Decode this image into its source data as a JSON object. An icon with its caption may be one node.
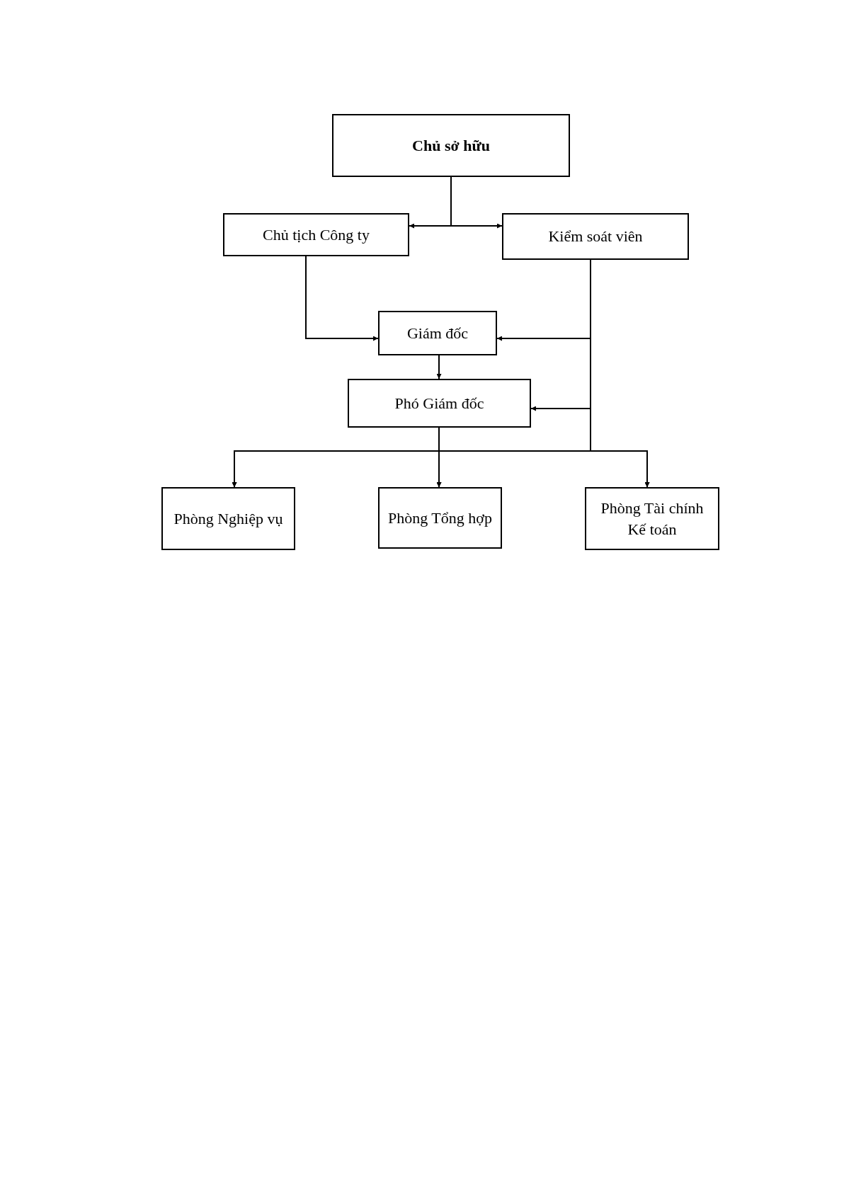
{
  "diagram": {
    "nodes": [
      {
        "text": [
          "Chủ sở hữu"
        ]
      },
      {
        "text": [
          "Chủ tịch Công ty"
        ]
      },
      {
        "text": [
          "Kiểm soát viên"
        ]
      },
      {
        "text": [
          "Giám đốc"
        ]
      },
      {
        "text": [
          "Phó Giám đốc"
        ]
      },
      {
        "text": [
          "Phòng Nghiệp vụ"
        ]
      },
      {
        "text": [
          "Phòng Tổng hợp"
        ]
      },
      {
        "text": [
          "Phòng Tài chính Kế toán"
        ]
      }
    ],
    "edges": [
      {
        "from": 0,
        "to": 1,
        "arrow": "to"
      },
      {
        "from": 0,
        "to": 2,
        "arrow": "to"
      },
      {
        "from": 1,
        "to": 3,
        "arrow": "to"
      },
      {
        "from": 2,
        "to": 3,
        "arrow": "to"
      },
      {
        "from": 2,
        "to": 4,
        "arrow": "to"
      },
      {
        "from": 3,
        "to": 4,
        "arrow": "to"
      },
      {
        "from": 4,
        "to": 5,
        "arrow": "to"
      },
      {
        "from": 4,
        "to": 6,
        "arrow": "to"
      },
      {
        "from": 4,
        "to": 7,
        "arrow": "to"
      },
      {
        "from": 2,
        "to": 5,
        "arrow": "to"
      },
      {
        "from": 2,
        "to": 6,
        "arrow": "to"
      },
      {
        "from": 2,
        "to": 7,
        "arrow": "to"
      }
    ]
  }
}
